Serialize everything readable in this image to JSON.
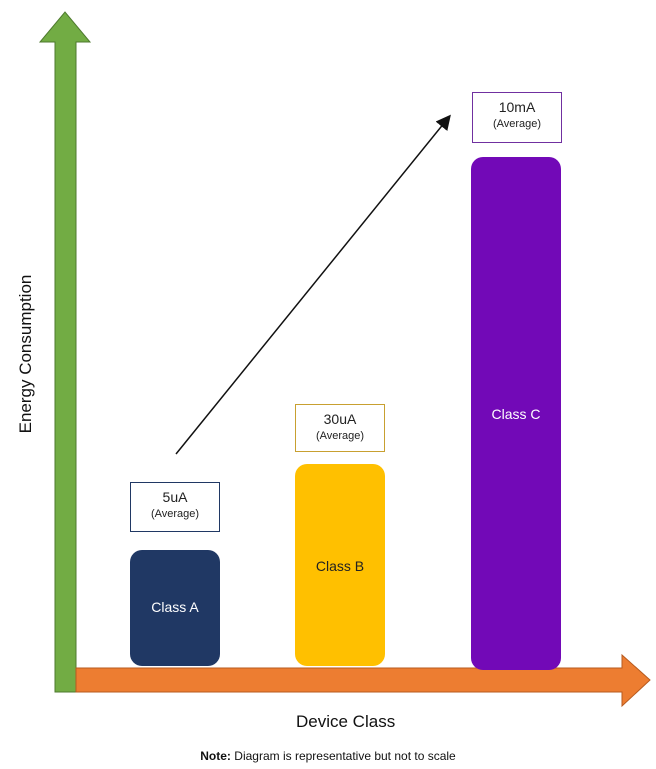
{
  "axes": {
    "y_title": "Energy Consumption",
    "x_title": "Device Class",
    "y_color": "#72AC44",
    "x_color": "#ED7D31"
  },
  "classes": [
    {
      "name": "Class A",
      "value": "5uA",
      "sub": "(Average)",
      "color": "#203864",
      "text_color": "#ffffff",
      "border_color": "#203864"
    },
    {
      "name": "Class B",
      "value": "30uA",
      "sub": "(Average)",
      "color": "#FFC000",
      "text_color": "#222222",
      "border_color": "#C8A030"
    },
    {
      "name": "Class C",
      "value": "10mA",
      "sub": "(Average)",
      "color": "#7209B7",
      "text_color": "#ffffff",
      "border_color": "#7030A0"
    }
  ],
  "note": {
    "prefix": "Note:",
    "text": " Diagram is representative but not to scale"
  }
}
